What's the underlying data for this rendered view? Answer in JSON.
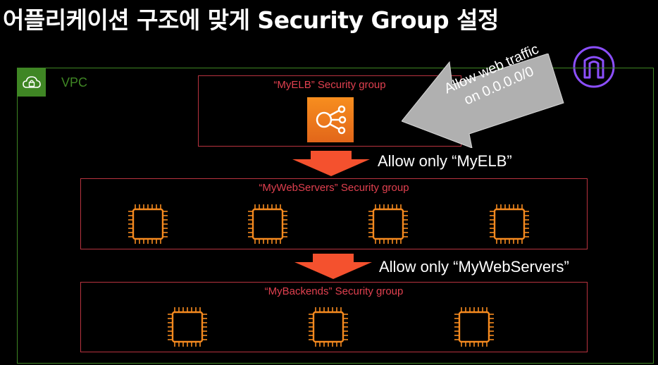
{
  "title": "어플리케이션 구조에 맞게 Security Group 설정",
  "vpc": {
    "label": "VPC",
    "icon": "vpc-cloud-lock-icon",
    "color": "#3f8624"
  },
  "groups": {
    "elb": {
      "label": "“MyELB” Security group",
      "icon": "load-balancer-icon"
    },
    "web": {
      "label": "“MyWebServers” Security group",
      "icon": "ec2-instance-chip-icon",
      "count": 4
    },
    "backend": {
      "label": "“MyBackends” Security group",
      "icon": "ec2-instance-chip-icon",
      "count": 3
    }
  },
  "rules": {
    "internet": {
      "line1": "Allow web traffic",
      "line2": "on  0.0.0.0/0"
    },
    "to_web": "Allow only “MyELB”",
    "to_backend": "Allow only “MyWebServers”"
  },
  "colors": {
    "security_group_border": "#b8333f",
    "security_group_label": "#e0404f",
    "arrow": "#f4512e",
    "chip": "#f58a1f",
    "logo": "#8c4fff"
  }
}
